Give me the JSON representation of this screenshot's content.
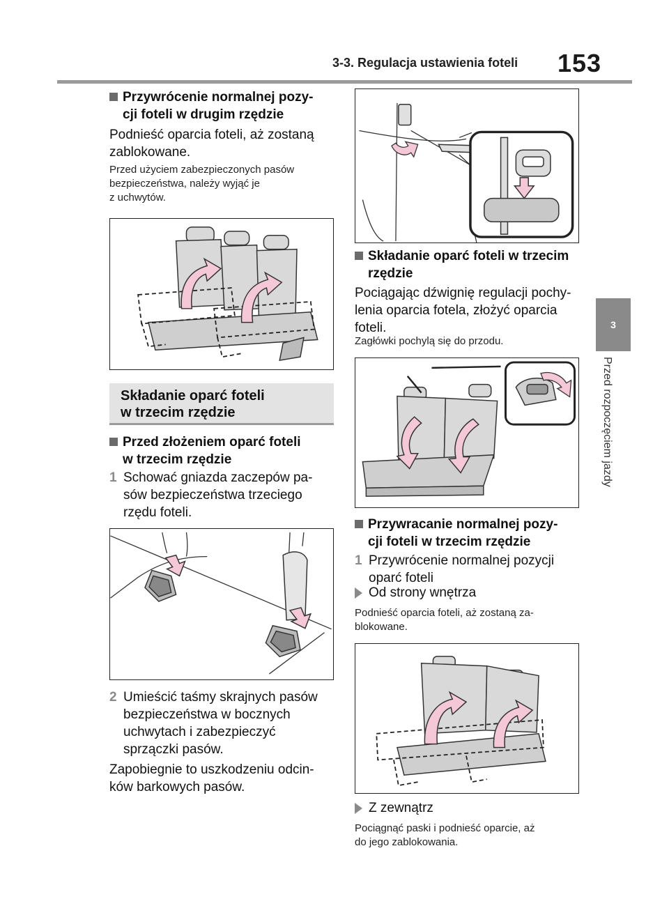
{
  "header": {
    "section_title": "3-3. Regulacja ustawienia foteli",
    "page_number": "153"
  },
  "side_tab": {
    "chapter": "3",
    "text": "Przed rozpoczęciem jazdy"
  },
  "left": {
    "h1_line1": "Przywrócenie normalnej pozy-",
    "h1_line2": "cji foteli w drugim rzędzie",
    "p1_line1": "Podnieść oparcia foteli, aż zostaną",
    "p1_line2": "zablokowane.",
    "note_line1": "Przed użyciem zabezpieczonych pasów",
    "note_line2": "bezpieczeństwa, należy wyjąć je",
    "note_line3": "z uchwytów.",
    "section_line1": "Składanie oparć foteli",
    "section_line2": "w trzecim rzędzie",
    "h2_line1": "Przed złożeniem oparć foteli",
    "h2_line2": "w trzecim rzędzie",
    "step1_num": "1",
    "step1_line1": "Schować gniazda zaczepów pa-",
    "step1_line2": "sów bezpieczeństwa trzeciego",
    "step1_line3": "rzędu foteli.",
    "step2_num": "2",
    "step2_line1": "Umieścić taśmy skrajnych pasów",
    "step2_line2": "bezpieczeństwa w bocznych",
    "step2_line3": "uchwytach i zabezpieczyć",
    "step2_line4": "sprzączki pasów.",
    "p2_line1": "Zapobiegnie to uszkodzeniu odcin-",
    "p2_line2": "ków barkowych pasów."
  },
  "right": {
    "h3_line1": "Składanie oparć foteli w trzecim",
    "h3_line2": "rzędzie",
    "p3_line1": "Pociągając dźwignię regulacji pochy-",
    "p3_line2": "lenia oparcia fotela, złożyć oparcia",
    "p3_line3": "foteli.",
    "note2": "Zagłówki pochylą się do przodu.",
    "h4_line1": "Przywracanie normalnej pozy-",
    "h4_line2": "cji foteli w trzecim rzędzie",
    "step1_num": "1",
    "step1_line1": "Przywrócenie normalnej pozycji",
    "step1_line2": "oparć foteli",
    "inside": "Od strony wnętrza",
    "inside_note_line1": "Podnieść oparcia foteli, aż zostaną za-",
    "inside_note_line2": "blokowane.",
    "outside": "Z zewnątrz",
    "outside_note_line1": "Pociągnąć paski i podnieść oparcie, aż",
    "outside_note_line2": "do jego zablokowania."
  },
  "colors": {
    "arrow_fill": "#f4c8d6",
    "rule_gray": "#9a9a9a",
    "tab_gray": "#8a8a8a",
    "section_bg": "#e3e3e3"
  }
}
